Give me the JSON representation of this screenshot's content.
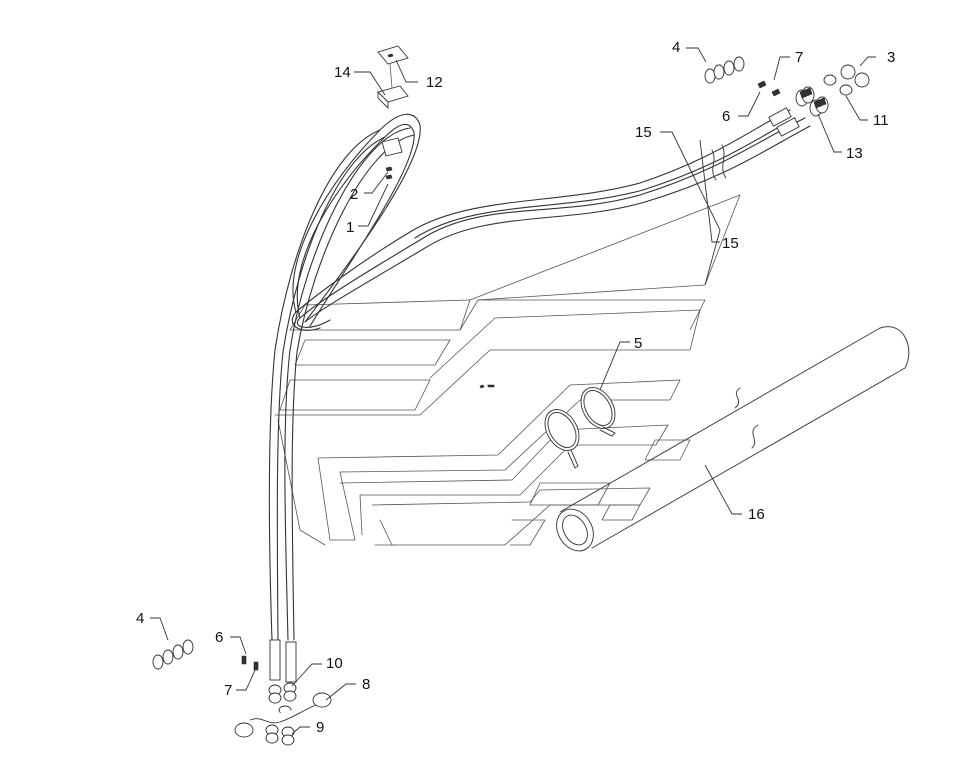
{
  "callouts": [
    {
      "id": "c-1",
      "text": "1"
    },
    {
      "id": "c-2",
      "text": "2"
    },
    {
      "id": "c-3",
      "text": "3"
    },
    {
      "id": "c-4a",
      "text": "4"
    },
    {
      "id": "c-4b",
      "text": "4"
    },
    {
      "id": "c-5",
      "text": "5"
    },
    {
      "id": "c-6a",
      "text": "6"
    },
    {
      "id": "c-6b",
      "text": "6"
    },
    {
      "id": "c-7a",
      "text": "7"
    },
    {
      "id": "c-7b",
      "text": "7"
    },
    {
      "id": "c-8",
      "text": "8"
    },
    {
      "id": "c-9",
      "text": "9"
    },
    {
      "id": "c-10",
      "text": "10"
    },
    {
      "id": "c-11",
      "text": "11"
    },
    {
      "id": "c-12",
      "text": "12"
    },
    {
      "id": "c-13",
      "text": "13"
    },
    {
      "id": "c-14",
      "text": "14"
    },
    {
      "id": "c-15a",
      "text": "15"
    },
    {
      "id": "c-15b",
      "text": "15"
    },
    {
      "id": "c-16",
      "text": "16"
    }
  ]
}
